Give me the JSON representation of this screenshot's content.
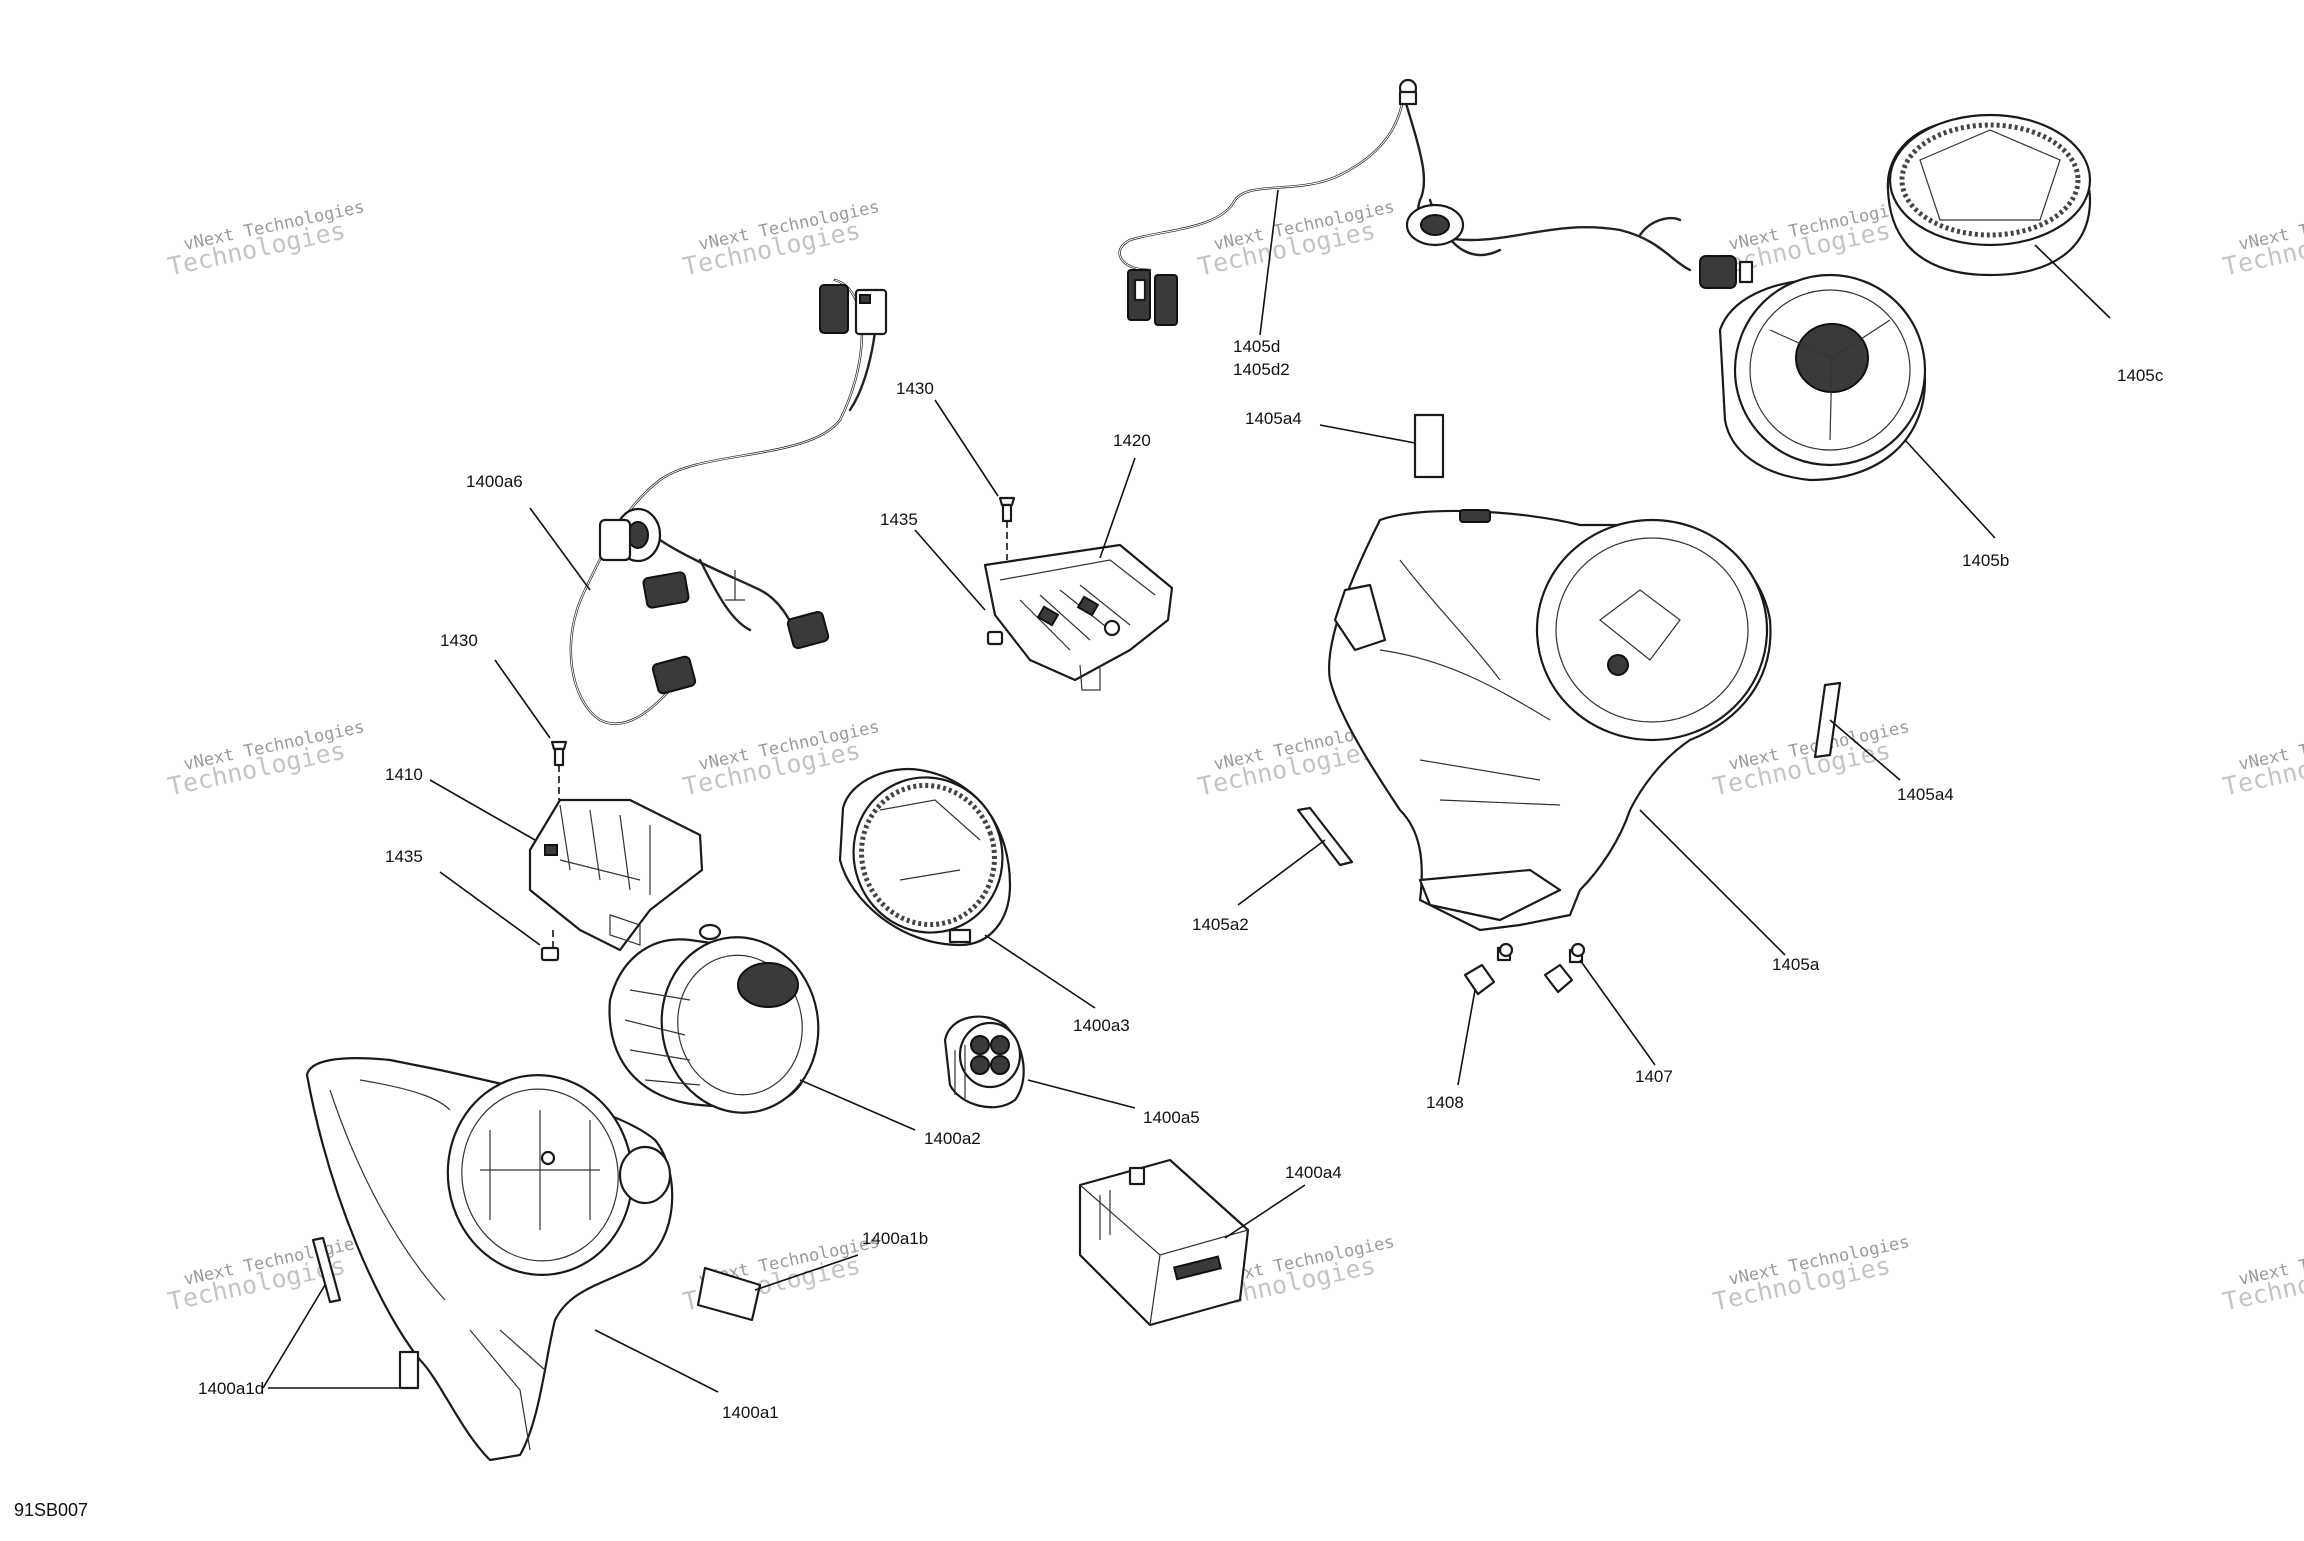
{
  "drawing_code": "91SB007",
  "watermark": {
    "line1": "vNext Technologies",
    "line2": "Technologies"
  },
  "callouts": {
    "c1400a6": "1400a6",
    "c1430_top": "1430",
    "c1420": "1420",
    "c1435_top": "1435",
    "c1430_left": "1430",
    "c1410": "1410",
    "c1435_left": "1435",
    "c1400a3": "1400a3",
    "c1400a2": "1400a2",
    "c1400a5": "1400a5",
    "c1400a4": "1400a4",
    "c1400a1b": "1400a1b",
    "c1400a1d": "1400a1d",
    "c1400a1": "1400a1",
    "c1405d": "1405d",
    "c1405d2": "1405d2",
    "c1405a4_top": "1405a4",
    "c1405c": "1405c",
    "c1405b": "1405b",
    "c1405a4_right": "1405a4",
    "c1405a2": "1405a2",
    "c1405a": "1405a",
    "c1408": "1408",
    "c1407": "1407"
  }
}
